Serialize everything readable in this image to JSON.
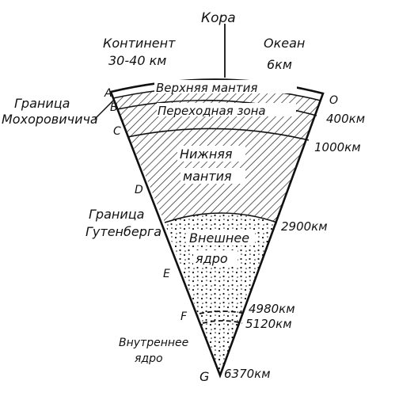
{
  "header": {
    "crust": "Кора",
    "continent": "Континент",
    "continent_depth": "30-40 км",
    "ocean": "Океан",
    "ocean_depth": "6км"
  },
  "layers": {
    "upper_mantle": "Верхняя мантия",
    "transition_zone": "Переходная зона",
    "lower_mantle_1": "Нижняя",
    "lower_mantle_2": "мантия",
    "outer_core_1": "Внешнее",
    "outer_core_2": "ядро",
    "inner_core_1": "Внутреннее",
    "inner_core_2": "ядро"
  },
  "boundaries": {
    "moho_1": "Граница",
    "moho_2": "Мохоровичича",
    "gutenberg_1": "Граница",
    "gutenberg_2": "Гутенберга"
  },
  "letters": {
    "A": "A",
    "B": "B",
    "C": "C",
    "D": "D",
    "E": "E",
    "F": "F",
    "G": "G",
    "O": "O"
  },
  "depths": {
    "d400": "400км",
    "d1000": "1000км",
    "d2900": "2900км",
    "d4980": "4980км",
    "d5120": "5120км",
    "d6370": "6370км"
  }
}
